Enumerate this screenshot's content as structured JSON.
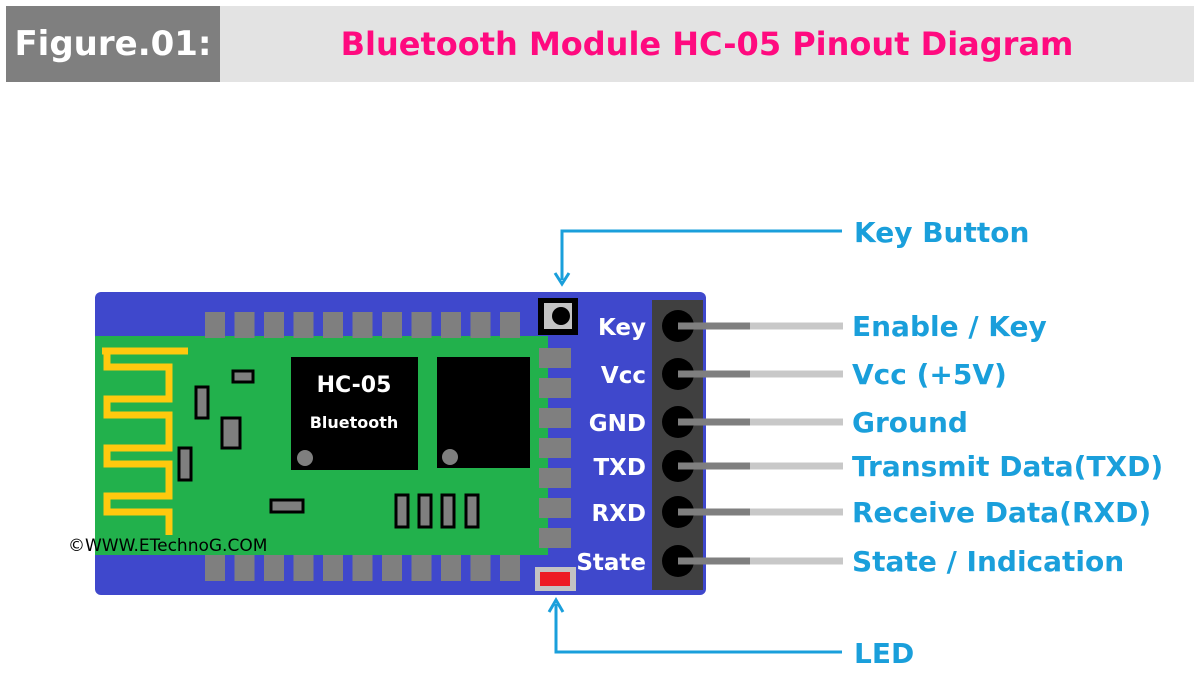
{
  "header": {
    "figure_label": "Figure.01:",
    "title": "Bluetooth Module HC-05 Pinout Diagram"
  },
  "chip": {
    "name": "HC-05",
    "subtitle": "Bluetooth"
  },
  "watermark": "©WWW.ETechnoG.COM",
  "pins": [
    {
      "label": "Key",
      "description": "Enable / Key"
    },
    {
      "label": "Vcc",
      "description": "Vcc (+5V)"
    },
    {
      "label": "GND",
      "description": "Ground"
    },
    {
      "label": "TXD",
      "description": "Transmit Data(TXD)"
    },
    {
      "label": "RXD",
      "description": "Receive Data(RXD)"
    },
    {
      "label": "State",
      "description": "State / Indication"
    }
  ],
  "callouts": {
    "key_button": "Key Button",
    "led": "LED"
  },
  "colors": {
    "board": "#3f48cc",
    "pcb": "#22b14c",
    "antenna": "#ffc90e",
    "callout": "#1a9fdb",
    "title": "#ff0a7f",
    "led": "#ed1c24"
  }
}
